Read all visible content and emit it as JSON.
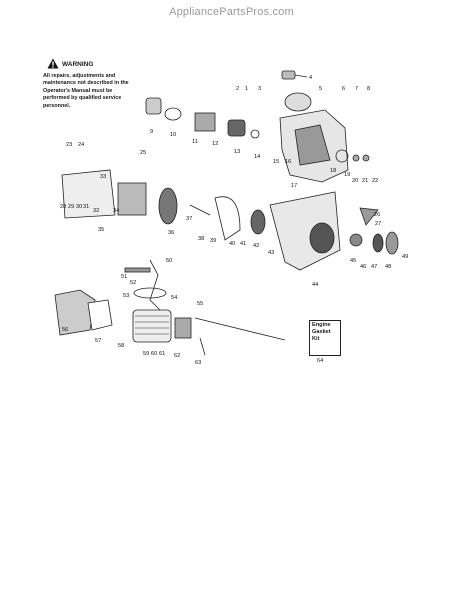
{
  "watermark": "AppliancePartsPros.com",
  "warning": {
    "icon": "warning-triangle-icon",
    "title": "WARNING",
    "text": "All repairs, adjustments and maintenance not described in the Operator's Manual must be performed by qualified service personnel."
  },
  "kit": {
    "lines": [
      "Engine",
      "Gasket",
      "Kit"
    ],
    "number": "64"
  },
  "callouts": [
    "1",
    "2",
    "3",
    "4",
    "5",
    "6",
    "7",
    "8",
    "9",
    "10",
    "11",
    "12",
    "13",
    "14",
    "15",
    "16",
    "17",
    "18",
    "19",
    "20",
    "21",
    "22",
    "23",
    "24",
    "25",
    "28",
    "29",
    "30",
    "31",
    "32",
    "33",
    "34",
    "35",
    "26",
    "27",
    "36",
    "37",
    "38",
    "39",
    "40",
    "41",
    "42",
    "43",
    "44",
    "45",
    "46",
    "47",
    "48",
    "49",
    "50",
    "51",
    "52",
    "53",
    "54",
    "55",
    "56",
    "57",
    "58",
    "59",
    "60",
    "61",
    "62",
    "63"
  ]
}
